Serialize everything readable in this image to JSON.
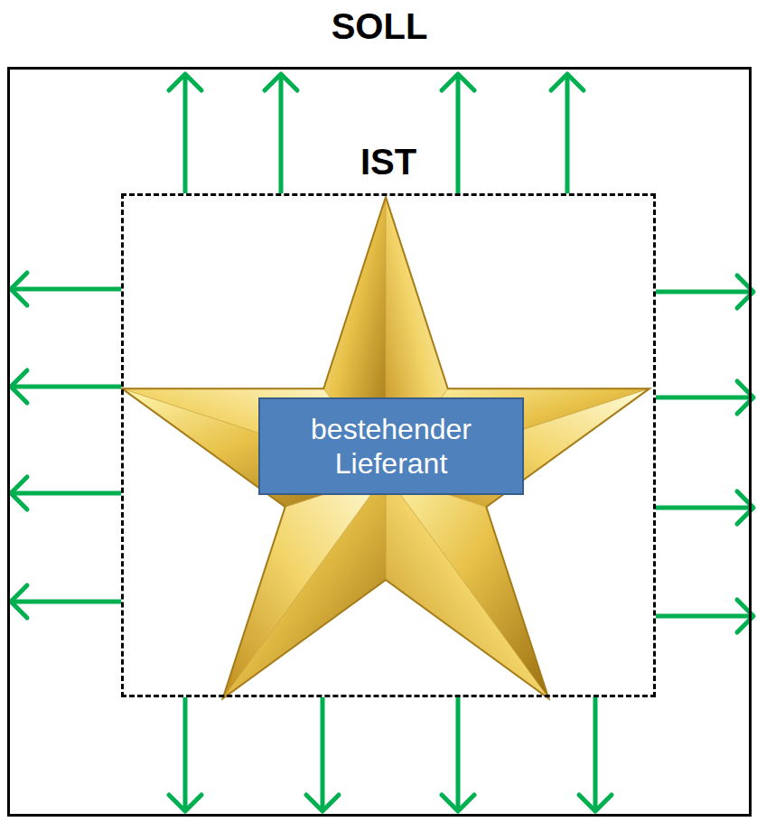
{
  "diagram": {
    "nodes": [
      {
        "text": [
          "SOLL"
        ]
      },
      {
        "text": [
          "IST"
        ],
        "in": 0
      },
      {
        "text": [
          "bestehender Lieferant"
        ],
        "in": 1
      }
    ]
  }
}
